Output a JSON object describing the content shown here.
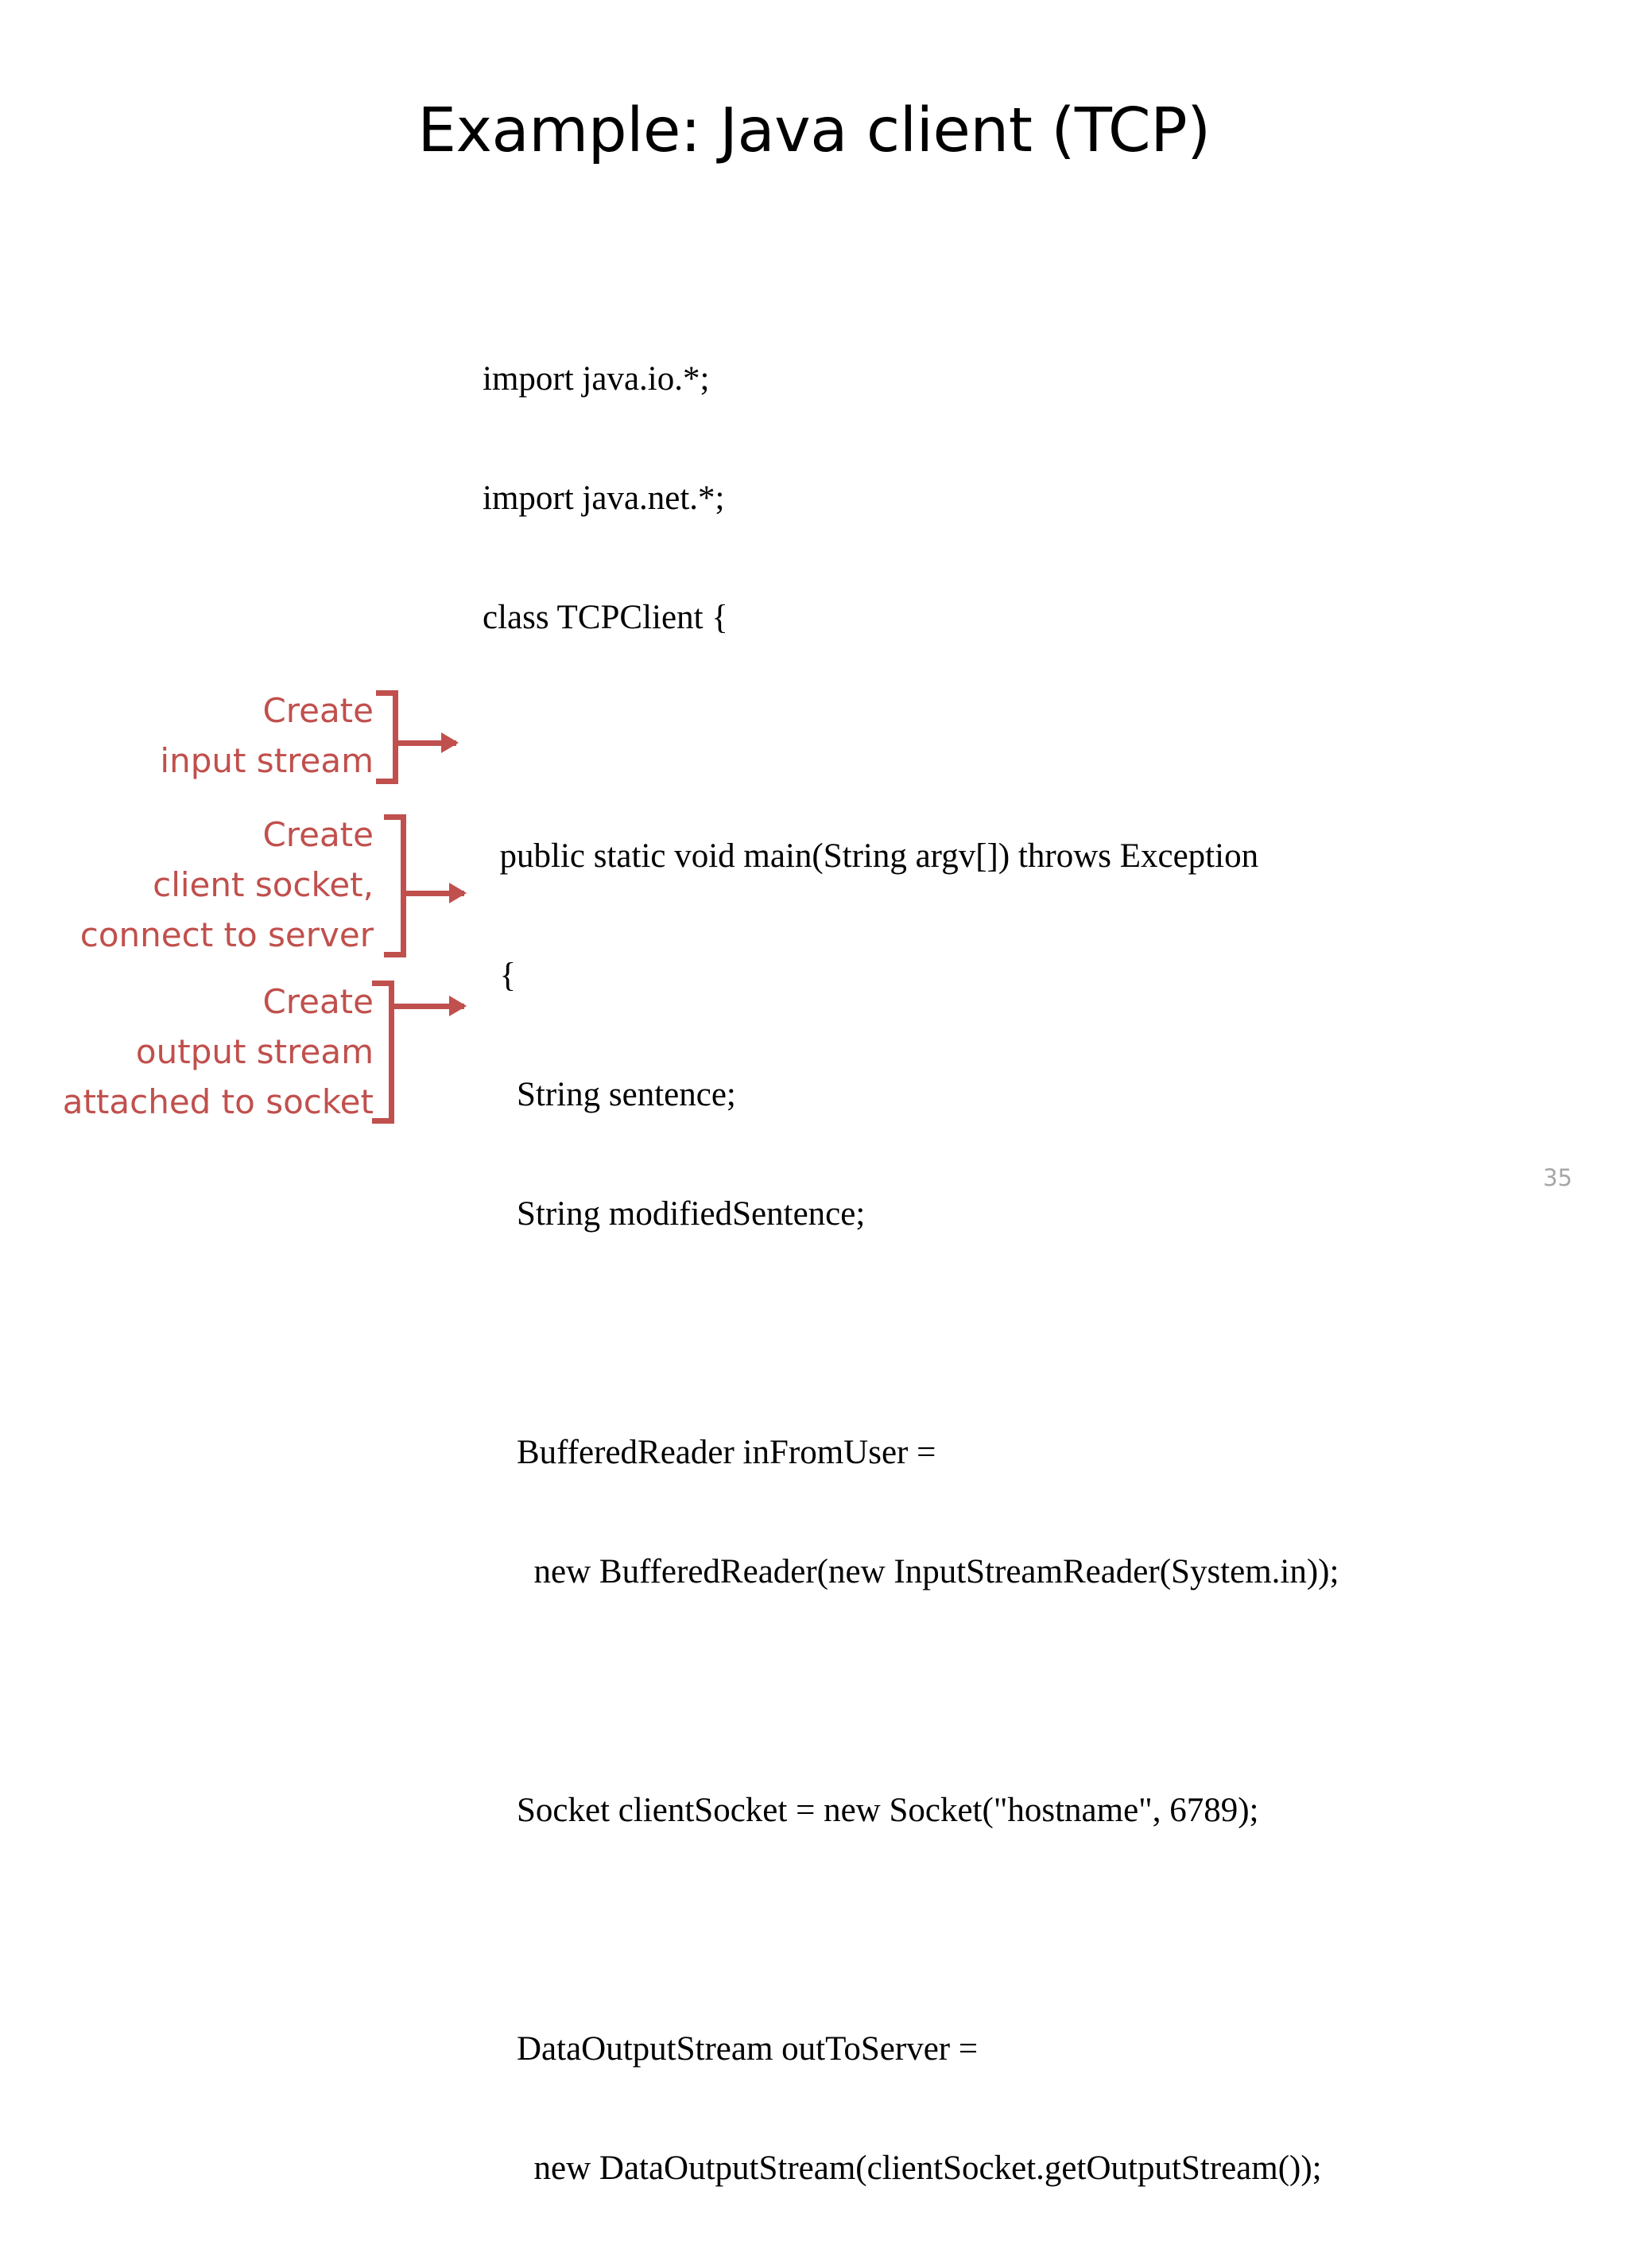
{
  "slide": {
    "title": "Example: Java client (TCP)",
    "page_number": "35",
    "accent_color": "#c0504d",
    "text_color": "#000000",
    "background_color": "#ffffff",
    "page_number_color": "#a6a6a6"
  },
  "code": {
    "language": "java",
    "lines": [
      "import java.io.*;",
      "import java.net.*;",
      "class TCPClient {",
      "",
      "  public static void main(String argv[]) throws Exception",
      "  {",
      "    String sentence;",
      "    String modifiedSentence;",
      "",
      "    BufferedReader inFromUser =",
      "      new BufferedReader(new InputStreamReader(System.in));",
      "",
      "    Socket clientSocket = new Socket(\"hostname\", 6789);",
      "",
      "    DataOutputStream outToServer =",
      "      new DataOutputStream(clientSocket.getOutputStream());"
    ]
  },
  "annotations": [
    {
      "id": "create-input-stream",
      "lines": [
        "Create",
        "input stream"
      ],
      "target_code_line": "BufferedReader inFromUser ="
    },
    {
      "id": "create-client-socket",
      "lines": [
        "Create",
        "client socket,",
        "connect to server"
      ],
      "target_code_line": "Socket clientSocket = new Socket(\"hostname\", 6789);"
    },
    {
      "id": "create-output-stream",
      "lines": [
        "Create",
        "output stream",
        "attached to socket"
      ],
      "target_code_line": "DataOutputStream outToServer ="
    }
  ]
}
